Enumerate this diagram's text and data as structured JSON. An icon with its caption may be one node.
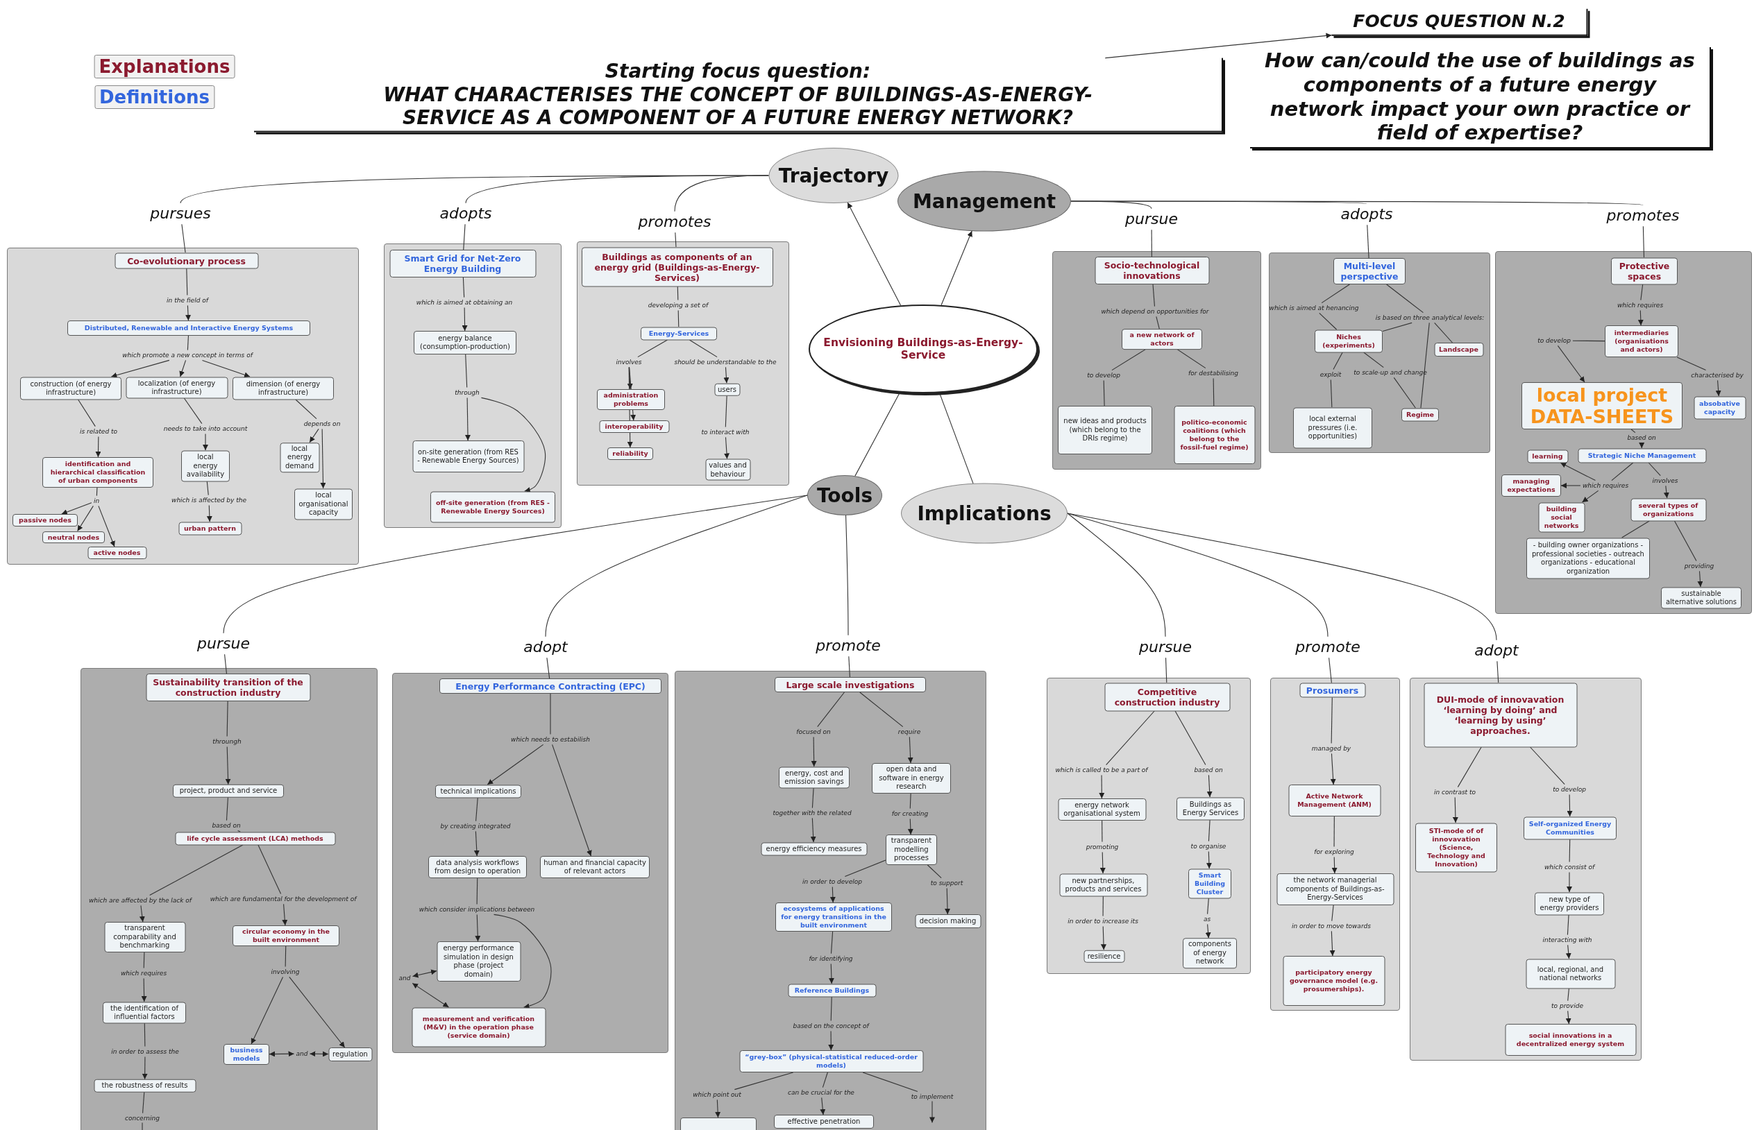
{
  "diagram": {
    "nodes": [
      {
        "text": [
          "Starting focus question:",
          "WHAT CHARACTERISES THE CONCEPT OF BUILDINGS-AS-ENERGY-SERVICE AS A COMPONENT OF A FUTURE ENERGY NETWORK?"
        ]
      },
      {
        "text": [
          "FOCUS QUESTION N.2"
        ]
      },
      {
        "text": [
          "How can/could the use of buildings as components of a future energy network impact your own practice or field of expertise?"
        ]
      },
      {
        "text": [
          "Trajectory"
        ]
      },
      {
        "text": [
          "Management"
        ]
      },
      {
        "text": [
          "Envisioning Buildings-as-Energy-Service"
        ]
      },
      {
        "text": [
          "Tools"
        ]
      },
      {
        "text": [
          "Implications"
        ]
      },
      {
        "text": [
          "pursues"
        ]
      },
      {
        "text": [
          "adopts"
        ]
      },
      {
        "text": [
          "promotes"
        ]
      },
      {
        "text": [
          "pursue"
        ]
      },
      {
        "text": [
          "adopts"
        ]
      },
      {
        "text": [
          "promotes"
        ]
      },
      {
        "text": [
          "pursue"
        ]
      },
      {
        "text": [
          "adopt"
        ]
      },
      {
        "text": [
          "promote"
        ]
      },
      {
        "text": [
          "pursue"
        ]
      },
      {
        "text": [
          "promote"
        ]
      },
      {
        "text": [
          "adopt"
        ]
      },
      {
        "text": [],
        "shape": "box"
      },
      {
        "text": [
          "Co-evolutionary process"
        ],
        "in": 20
      },
      {
        "text": [
          "in the field of"
        ],
        "in": 20
      },
      {
        "text": [
          "Distributed, Renewable and Interactive Energy Systems"
        ],
        "in": 20
      },
      {
        "text": [
          "which promote a new concept in terms of"
        ],
        "in": 20
      },
      {
        "text": [
          "construction (of energy infrastructure)"
        ],
        "in": 20
      },
      {
        "text": [
          "localization (of energy infrastructure)"
        ],
        "in": 20
      },
      {
        "text": [
          "dimension (of energy infrastructure)"
        ],
        "in": 20
      },
      {
        "text": [
          "is related to"
        ],
        "in": 20
      },
      {
        "text": [
          "needs to take into account"
        ],
        "in": 20
      },
      {
        "text": [
          "depends on"
        ],
        "in": 20
      },
      {
        "text": [
          "identification and hierarchical classification of urban components"
        ],
        "in": 20
      },
      {
        "text": [
          "local energy availability"
        ],
        "in": 20
      },
      {
        "text": [
          "local energy demand"
        ],
        "in": 20
      },
      {
        "text": [
          "local organisational capacity"
        ],
        "in": 20
      },
      {
        "text": [
          "in"
        ],
        "in": 20
      },
      {
        "text": [
          "which is affected by the"
        ],
        "in": 20
      },
      {
        "text": [
          "passive nodes"
        ],
        "in": 20
      },
      {
        "text": [
          "neutral nodes"
        ],
        "in": 20
      },
      {
        "text": [
          "active nodes"
        ],
        "in": 20
      },
      {
        "text": [
          "urban pattern"
        ],
        "in": 20
      },
      {
        "text": [],
        "shape": "box"
      },
      {
        "text": [
          "Smart Grid for Net-Zero Energy Building"
        ],
        "in": 41
      },
      {
        "text": [
          "which is aimed at obtaining an"
        ],
        "in": 41
      },
      {
        "text": [
          "energy balance (consumption-production)"
        ],
        "in": 41
      },
      {
        "text": [
          "through"
        ],
        "in": 41
      },
      {
        "text": [
          "on-site generation (from RES - Renewable Energy Sources)"
        ],
        "in": 41
      },
      {
        "text": [
          "off-site generation (from RES - Renewable Energy Sources)"
        ],
        "in": 41
      },
      {
        "text": [],
        "shape": "box"
      },
      {
        "text": [
          "Buildings as components of an energy grid (Buildings-as-Energy-Services)"
        ],
        "in": 48
      },
      {
        "text": [
          "developing a set of"
        ],
        "in": 48
      },
      {
        "text": [
          "Energy-Services"
        ],
        "in": 48
      },
      {
        "text": [
          "involves"
        ],
        "in": 48
      },
      {
        "text": [
          "should be understandable to the"
        ],
        "in": 48
      },
      {
        "text": [
          "administration problems"
        ],
        "in": 48
      },
      {
        "text": [
          "interoperability"
        ],
        "in": 48
      },
      {
        "text": [
          "reliability"
        ],
        "in": 48
      },
      {
        "text": [
          "users"
        ],
        "in": 48
      },
      {
        "text": [
          "to interact with"
        ],
        "in": 48
      },
      {
        "text": [
          "values and behaviour"
        ],
        "in": 48
      },
      {
        "text": [],
        "shape": "box"
      },
      {
        "text": [
          "Socio-technological innovations"
        ],
        "in": 60
      },
      {
        "text": [
          "which depend on opportunities for"
        ],
        "in": 60
      },
      {
        "text": [
          "a new network of actors"
        ],
        "in": 60
      },
      {
        "text": [
          "to develop"
        ],
        "in": 60
      },
      {
        "text": [
          "for destabilising"
        ],
        "in": 60
      },
      {
        "text": [
          "new ideas and products (which belong to the DRIs regime)"
        ],
        "in": 60
      },
      {
        "text": [
          "politico-economic coalitions (which belong to the fossil-fuel regime)"
        ],
        "in": 60
      },
      {
        "text": [],
        "shape": "box"
      },
      {
        "text": [
          "Multi-level perspective"
        ],
        "in": 68
      },
      {
        "text": [
          "which is aimed at henancing"
        ],
        "in": 68
      },
      {
        "text": [
          "is based on three analytical levels:"
        ],
        "in": 68
      },
      {
        "text": [
          "Niches (experiments)"
        ],
        "in": 68
      },
      {
        "text": [
          "Landscape"
        ],
        "in": 68
      },
      {
        "text": [
          "exploit"
        ],
        "in": 68
      },
      {
        "text": [
          "to scale-up and change"
        ],
        "in": 68
      },
      {
        "text": [
          "local external pressures (i.e. opportunities)"
        ],
        "in": 68
      },
      {
        "text": [
          "Regime"
        ],
        "in": 68
      },
      {
        "text": [],
        "shape": "box"
      },
      {
        "text": [
          "Protective spaces"
        ],
        "in": 78
      },
      {
        "text": [
          "which requires"
        ],
        "in": 78
      },
      {
        "text": [
          "intermediaries (organisations and actors)"
        ],
        "in": 78
      },
      {
        "text": [
          "to develop"
        ],
        "in": 78
      },
      {
        "text": [
          "characterised by"
        ],
        "in": 78
      },
      {
        "text": [
          "local project DATA-SHEETS"
        ],
        "in": 78
      },
      {
        "text": [
          "absobative capacity"
        ],
        "in": 78
      },
      {
        "text": [
          "based on"
        ],
        "in": 78
      },
      {
        "text": [
          "Strategic Niche Management"
        ],
        "in": 78
      },
      {
        "text": [
          "learning"
        ],
        "in": 78
      },
      {
        "text": [
          "which requires"
        ],
        "in": 78
      },
      {
        "text": [
          "involves"
        ],
        "in": 78
      },
      {
        "text": [
          "managing expectations"
        ],
        "in": 78
      },
      {
        "text": [
          "building social networks"
        ],
        "in": 78
      },
      {
        "text": [
          "several types of organizations"
        ],
        "in": 78
      },
      {
        "text": [
          "- building owner organizations - professional societies - outreach organizations - educational organization"
        ],
        "in": 78
      },
      {
        "text": [
          "providing"
        ],
        "in": 78
      },
      {
        "text": [
          "sustainable alternative solutions"
        ],
        "in": 78
      },
      {
        "text": [],
        "shape": "box"
      },
      {
        "text": [
          "Sustainability transition of the construction industry"
        ],
        "in": 97
      },
      {
        "text": [
          "throungh"
        ],
        "in": 97
      },
      {
        "text": [
          "project, product and service"
        ],
        "in": 97
      },
      {
        "text": [
          "based on"
        ],
        "in": 97
      },
      {
        "text": [
          "life cycle assessment (LCA) methods"
        ],
        "in": 97
      },
      {
        "text": [
          "which are affected by the lack of"
        ],
        "in": 97
      },
      {
        "text": [
          "which are fundamental for the development of"
        ],
        "in": 97
      },
      {
        "text": [
          "transparent comparability and benchmarking"
        ],
        "in": 97
      },
      {
        "text": [
          "circular economy in the built environment"
        ],
        "in": 97
      },
      {
        "text": [
          "which requires"
        ],
        "in": 97
      },
      {
        "text": [
          "involving"
        ],
        "in": 97
      },
      {
        "text": [
          "the identification of influential factors"
        ],
        "in": 97
      },
      {
        "text": [
          "in order to assess the"
        ],
        "in": 97
      },
      {
        "text": [
          "business models"
        ],
        "in": 97
      },
      {
        "text": [
          "and"
        ],
        "in": 97
      },
      {
        "text": [
          "regulation"
        ],
        "in": 97
      },
      {
        "text": [
          "the robustness of results"
        ],
        "in": 97
      },
      {
        "text": [
          "concerning"
        ],
        "in": 97
      },
      {
        "text": [],
        "shape": "box"
      },
      {
        "text": [
          "Energy Performance Contracting (EPC)"
        ],
        "in": 116
      },
      {
        "text": [
          "which needs to estabilish"
        ],
        "in": 116
      },
      {
        "text": [
          "technical implications"
        ],
        "in": 116
      },
      {
        "text": [
          "human and financial capacity of relevant actors"
        ],
        "in": 116
      },
      {
        "text": [
          "by creating integrated"
        ],
        "in": 116
      },
      {
        "text": [
          "data analysis workflows from design to operation"
        ],
        "in": 116
      },
      {
        "text": [
          "which consider implications between"
        ],
        "in": 116
      },
      {
        "text": [
          "energy performance simulation in design phase (project domain)"
        ],
        "in": 116
      },
      {
        "text": [
          "and"
        ],
        "in": 116
      },
      {
        "text": [
          "measurement and verification (M&V) in the operation phase (service domain)"
        ],
        "in": 116
      },
      {
        "text": [],
        "shape": "box"
      },
      {
        "text": [
          "Large scale investigations"
        ],
        "in": 127
      },
      {
        "text": [
          "focused on"
        ],
        "in": 127
      },
      {
        "text": [
          "require"
        ],
        "in": 127
      },
      {
        "text": [
          "energy, cost and emission savings"
        ],
        "in": 127
      },
      {
        "text": [
          "open data and software in energy research"
        ],
        "in": 127
      },
      {
        "text": [
          "together with the related"
        ],
        "in": 127
      },
      {
        "text": [
          "for creating"
        ],
        "in": 127
      },
      {
        "text": [
          "energy efficiency measures"
        ],
        "in": 127
      },
      {
        "text": [
          "transparent modelling processes"
        ],
        "in": 127
      },
      {
        "text": [
          "in order to develop"
        ],
        "in": 127
      },
      {
        "text": [
          "to support"
        ],
        "in": 127
      },
      {
        "text": [
          "ecosystems of applications for energy transitions in the built environment"
        ],
        "in": 127
      },
      {
        "text": [
          "decision making"
        ],
        "in": 127
      },
      {
        "text": [
          "for identifying"
        ],
        "in": 127
      },
      {
        "text": [
          "Reference Buildings"
        ],
        "in": 127
      },
      {
        "text": [
          "based on the concept of"
        ],
        "in": 127
      },
      {
        "text": [
          "“grey-box” (physical-statistical reduced-order models)"
        ],
        "in": 127
      },
      {
        "text": [
          "which point out"
        ],
        "in": 127
      },
      {
        "text": [
          "can be crucial for the"
        ],
        "in": 127
      },
      {
        "text": [
          "to implement"
        ],
        "in": 127
      },
      {
        "text": [],
        "shape": "box",
        "in": 127
      },
      {
        "text": [
          "effective penetration"
        ],
        "in": 127
      },
      {
        "text": [],
        "shape": "box"
      },
      {
        "text": [
          "Competitive construction industry"
        ],
        "in": 150
      },
      {
        "text": [
          "which is called to be a part of"
        ],
        "in": 150
      },
      {
        "text": [
          "based on"
        ],
        "in": 150
      },
      {
        "text": [
          "energy network organisational system"
        ],
        "in": 150
      },
      {
        "text": [
          "Buildings as Energy Services"
        ],
        "in": 150
      },
      {
        "text": [
          "promoting"
        ],
        "in": 150
      },
      {
        "text": [
          "to organise"
        ],
        "in": 150
      },
      {
        "text": [
          "new partnerships, products and services"
        ],
        "in": 150
      },
      {
        "text": [
          "Smart Building Cluster"
        ],
        "in": 150
      },
      {
        "text": [
          "in order to increase its"
        ],
        "in": 150
      },
      {
        "text": [
          "as"
        ],
        "in": 150
      },
      {
        "text": [
          "resilience"
        ],
        "in": 150
      },
      {
        "text": [
          "components of energy network"
        ],
        "in": 150
      },
      {
        "text": [],
        "shape": "box"
      },
      {
        "text": [
          "Prosumers"
        ],
        "in": 164
      },
      {
        "text": [
          "managed by"
        ],
        "in": 164
      },
      {
        "text": [
          "Active Network Management (ANM)"
        ],
        "in": 164
      },
      {
        "text": [
          "for exploring"
        ],
        "in": 164
      },
      {
        "text": [
          "the network managerial components of Buildings-as-Energy-Services"
        ],
        "in": 164
      },
      {
        "text": [
          "in order to move towards"
        ],
        "in": 164
      },
      {
        "text": [
          "participatory energy governance model (e.g. prosumerships)."
        ],
        "in": 164
      },
      {
        "text": [],
        "shape": "box"
      },
      {
        "text": [
          "DUI-mode of innovavation ‘learning by doing’ and ‘learning by using’ approaches."
        ],
        "in": 172
      },
      {
        "text": [
          "in contrast to"
        ],
        "in": 172
      },
      {
        "text": [
          "to develop"
        ],
        "in": 172
      },
      {
        "text": [
          "STI-mode of of innovavation (Science, Technology and Innovation)"
        ],
        "in": 172
      },
      {
        "text": [
          "Self-organized Energy Communities"
        ],
        "in": 172
      },
      {
        "text": [
          "which consist of"
        ],
        "in": 172
      },
      {
        "text": [
          "new type of energy providers"
        ],
        "in": 172
      },
      {
        "text": [
          "interacting with"
        ],
        "in": 172
      },
      {
        "text": [
          "local, regional, and national networks"
        ],
        "in": 172
      },
      {
        "text": [
          "to provide"
        ],
        "in": 172
      },
      {
        "text": [
          "social innovations in a decentralized energy system"
        ],
        "in": 172
      }
    ],
    "edges": [
      {
        "from": 0,
        "to": 1,
        "arrow": "to"
      },
      {
        "from": 5,
        "to": 3,
        "arrow": "to"
      },
      {
        "from": 5,
        "to": 4,
        "arrow": "to"
      },
      {
        "from": 5,
        "to": 6,
        "arrow": "none"
      },
      {
        "from": 5,
        "to": 7,
        "arrow": "none"
      },
      {
        "from": 3,
        "to": 8,
        "arrow": "none"
      },
      {
        "from": 8,
        "to": 21,
        "arrow": "none"
      },
      {
        "from": 3,
        "to": 9,
        "arrow": "none"
      },
      {
        "from": 9,
        "to": 42,
        "arrow": "none"
      },
      {
        "from": 3,
        "to": 10,
        "arrow": "none"
      },
      {
        "from": 10,
        "to": 49,
        "arrow": "none"
      },
      {
        "from": 4,
        "to": 11,
        "arrow": "none"
      },
      {
        "from": 11,
        "to": 61,
        "arrow": "none"
      },
      {
        "from": 4,
        "to": 12,
        "arrow": "none"
      },
      {
        "from": 12,
        "to": 69,
        "arrow": "none"
      },
      {
        "from": 4,
        "to": 13,
        "arrow": "none"
      },
      {
        "from": 13,
        "to": 79,
        "arrow": "none"
      },
      {
        "from": 6,
        "to": 14,
        "arrow": "none"
      },
      {
        "from": 14,
        "to": 98,
        "arrow": "none"
      },
      {
        "from": 6,
        "to": 15,
        "arrow": "none"
      },
      {
        "from": 15,
        "to": 117,
        "arrow": "none"
      },
      {
        "from": 6,
        "to": 16,
        "arrow": "none"
      },
      {
        "from": 16,
        "to": 128,
        "arrow": "none"
      },
      {
        "from": 7,
        "to": 17,
        "arrow": "none"
      },
      {
        "from": 17,
        "to": 151,
        "arrow": "none"
      },
      {
        "from": 7,
        "to": 18,
        "arrow": "none"
      },
      {
        "from": 18,
        "to": 165,
        "arrow": "none"
      },
      {
        "from": 7,
        "to": 19,
        "arrow": "none"
      },
      {
        "from": 19,
        "to": 173,
        "arrow": "none"
      },
      {
        "from": 21,
        "to": 22,
        "arrow": "none"
      },
      {
        "from": 22,
        "to": 23,
        "arrow": "to"
      },
      {
        "from": 23,
        "to": 24,
        "arrow": "none"
      },
      {
        "from": 24,
        "to": 25,
        "arrow": "to"
      },
      {
        "from": 24,
        "to": 26,
        "arrow": "to"
      },
      {
        "from": 24,
        "to": 27,
        "arrow": "to"
      },
      {
        "from": 25,
        "to": 28,
        "arrow": "none"
      },
      {
        "from": 28,
        "to": 31,
        "arrow": "to"
      },
      {
        "from": 26,
        "to": 29,
        "arrow": "none"
      },
      {
        "from": 29,
        "to": 32,
        "arrow": "to"
      },
      {
        "from": 27,
        "to": 30,
        "arrow": "none"
      },
      {
        "from": 30,
        "to": 33,
        "arrow": "to"
      },
      {
        "from": 30,
        "to": 34,
        "arrow": "to"
      },
      {
        "from": 31,
        "to": 35,
        "arrow": "none"
      },
      {
        "from": 35,
        "to": 37,
        "arrow": "to"
      },
      {
        "from": 35,
        "to": 38,
        "arrow": "to"
      },
      {
        "from": 35,
        "to": 39,
        "arrow": "to"
      },
      {
        "from": 32,
        "to": 36,
        "arrow": "none"
      },
      {
        "from": 36,
        "to": 40,
        "arrow": "to"
      },
      {
        "from": 42,
        "to": 43,
        "arrow": "none"
      },
      {
        "from": 43,
        "to": 44,
        "arrow": "to"
      },
      {
        "from": 44,
        "to": 45,
        "arrow": "none"
      },
      {
        "from": 45,
        "to": 46,
        "arrow": "to"
      },
      {
        "from": 45,
        "to": 47,
        "arrow": "to"
      },
      {
        "from": 49,
        "to": 50,
        "arrow": "none"
      },
      {
        "from": 50,
        "to": 51,
        "arrow": "none"
      },
      {
        "from": 51,
        "to": 52,
        "arrow": "none"
      },
      {
        "from": 52,
        "to": 54,
        "arrow": "to"
      },
      {
        "from": 52,
        "to": 55,
        "arrow": "to"
      },
      {
        "from": 52,
        "to": 56,
        "arrow": "to"
      },
      {
        "from": 51,
        "to": 53,
        "arrow": "none"
      },
      {
        "from": 53,
        "to": 57,
        "arrow": "to"
      },
      {
        "from": 57,
        "to": 58,
        "arrow": "none"
      },
      {
        "from": 58,
        "to": 59,
        "arrow": "to"
      },
      {
        "from": 61,
        "to": 62,
        "arrow": "none"
      },
      {
        "from": 62,
        "to": 63,
        "arrow": "none"
      },
      {
        "from": 63,
        "to": 64,
        "arrow": "none"
      },
      {
        "from": 64,
        "to": 66,
        "arrow": "none"
      },
      {
        "from": 63,
        "to": 65,
        "arrow": "none"
      },
      {
        "from": 65,
        "to": 67,
        "arrow": "none"
      },
      {
        "from": 69,
        "to": 70,
        "arrow": "none"
      },
      {
        "from": 70,
        "to": 72,
        "arrow": "none"
      },
      {
        "from": 69,
        "to": 71,
        "arrow": "none"
      },
      {
        "from": 71,
        "to": 72,
        "arrow": "none"
      },
      {
        "from": 71,
        "to": 73,
        "arrow": "none"
      },
      {
        "from": 71,
        "to": 77,
        "arrow": "none"
      },
      {
        "from": 72,
        "to": 74,
        "arrow": "none"
      },
      {
        "from": 74,
        "to": 76,
        "arrow": "none"
      },
      {
        "from": 72,
        "to": 75,
        "arrow": "none"
      },
      {
        "from": 75,
        "to": 77,
        "arrow": "none"
      },
      {
        "from": 79,
        "to": 80,
        "arrow": "none"
      },
      {
        "from": 80,
        "to": 81,
        "arrow": "to"
      },
      {
        "from": 81,
        "to": 82,
        "arrow": "none"
      },
      {
        "from": 82,
        "to": 84,
        "arrow": "to"
      },
      {
        "from": 81,
        "to": 83,
        "arrow": "none"
      },
      {
        "from": 83,
        "to": 85,
        "arrow": "to"
      },
      {
        "from": 84,
        "to": 86,
        "arrow": "none"
      },
      {
        "from": 86,
        "to": 87,
        "arrow": "to"
      },
      {
        "from": 87,
        "to": 89,
        "arrow": "none"
      },
      {
        "from": 89,
        "to": 88,
        "arrow": "to"
      },
      {
        "from": 89,
        "to": 91,
        "arrow": "to"
      },
      {
        "from": 89,
        "to": 92,
        "arrow": "to"
      },
      {
        "from": 87,
        "to": 90,
        "arrow": "none"
      },
      {
        "from": 90,
        "to": 93,
        "arrow": "to"
      },
      {
        "from": 93,
        "to": 94,
        "arrow": "none"
      },
      {
        "from": 93,
        "to": 95,
        "arrow": "none"
      },
      {
        "from": 95,
        "to": 96,
        "arrow": "to"
      },
      {
        "from": 98,
        "to": 99,
        "arrow": "none"
      },
      {
        "from": 99,
        "to": 100,
        "arrow": "to"
      },
      {
        "from": 100,
        "to": 101,
        "arrow": "none"
      },
      {
        "from": 101,
        "to": 102,
        "arrow": "none"
      },
      {
        "from": 102,
        "to": 103,
        "arrow": "none"
      },
      {
        "from": 103,
        "to": 105,
        "arrow": "to"
      },
      {
        "from": 102,
        "to": 104,
        "arrow": "none"
      },
      {
        "from": 104,
        "to": 106,
        "arrow": "to"
      },
      {
        "from": 105,
        "to": 107,
        "arrow": "none"
      },
      {
        "from": 107,
        "to": 109,
        "arrow": "to"
      },
      {
        "from": 109,
        "to": 110,
        "arrow": "none"
      },
      {
        "from": 110,
        "to": 114,
        "arrow": "to"
      },
      {
        "from": 114,
        "to": 115,
        "arrow": "none"
      },
      {
        "from": 115,
        "to": null,
        "arrow": "none"
      },
      {
        "from": 106,
        "to": 108,
        "arrow": "none"
      },
      {
        "from": 108,
        "to": 111,
        "arrow": "to"
      },
      {
        "from": 108,
        "to": 113,
        "arrow": "to"
      },
      {
        "from": 111,
        "to": 112,
        "arrow": "both"
      },
      {
        "from": 112,
        "to": 113,
        "arrow": "both"
      },
      {
        "from": 117,
        "to": 118,
        "arrow": "none"
      },
      {
        "from": 118,
        "to": 119,
        "arrow": "to"
      },
      {
        "from": 118,
        "to": 120,
        "arrow": "to"
      },
      {
        "from": 119,
        "to": 121,
        "arrow": "none"
      },
      {
        "from": 121,
        "to": 122,
        "arrow": "to"
      },
      {
        "from": 122,
        "to": 123,
        "arrow": "none"
      },
      {
        "from": 123,
        "to": 124,
        "arrow": "to"
      },
      {
        "from": 123,
        "to": 126,
        "arrow": "to"
      },
      {
        "from": 124,
        "to": 125,
        "arrow": "both"
      },
      {
        "from": 125,
        "to": 126,
        "arrow": "both"
      },
      {
        "from": 128,
        "to": 129,
        "arrow": "none"
      },
      {
        "from": 129,
        "to": 131,
        "arrow": "to"
      },
      {
        "from": 128,
        "to": 130,
        "arrow": "none"
      },
      {
        "from": 130,
        "to": 132,
        "arrow": "to"
      },
      {
        "from": 131,
        "to": 133,
        "arrow": "none"
      },
      {
        "from": 133,
        "to": 135,
        "arrow": "to"
      },
      {
        "from": 132,
        "to": 134,
        "arrow": "none"
      },
      {
        "from": 134,
        "to": 136,
        "arrow": "to"
      },
      {
        "from": 136,
        "to": 137,
        "arrow": "none"
      },
      {
        "from": 137,
        "to": 139,
        "arrow": "to"
      },
      {
        "from": 136,
        "to": 138,
        "arrow": "none"
      },
      {
        "from": 138,
        "to": 140,
        "arrow": "to"
      },
      {
        "from": 139,
        "to": 141,
        "arrow": "none"
      },
      {
        "from": 141,
        "to": 142,
        "arrow": "to"
      },
      {
        "from": 142,
        "to": 143,
        "arrow": "none"
      },
      {
        "from": 143,
        "to": 144,
        "arrow": "to"
      },
      {
        "from": 144,
        "to": 145,
        "arrow": "none"
      },
      {
        "from": 145,
        "to": 148,
        "arrow": "to"
      },
      {
        "from": 144,
        "to": 146,
        "arrow": "none"
      },
      {
        "from": 146,
        "to": 149,
        "arrow": "to"
      },
      {
        "from": 144,
        "to": 147,
        "arrow": "none"
      },
      {
        "from": 147,
        "to": null,
        "arrow": "to"
      },
      {
        "from": 151,
        "to": 152,
        "arrow": "none"
      },
      {
        "from": 152,
        "to": 154,
        "arrow": "to"
      },
      {
        "from": 151,
        "to": 153,
        "arrow": "none"
      },
      {
        "from": 153,
        "to": 155,
        "arrow": "to"
      },
      {
        "from": 154,
        "to": 156,
        "arrow": "none"
      },
      {
        "from": 156,
        "to": 158,
        "arrow": "to"
      },
      {
        "from": 155,
        "to": 157,
        "arrow": "none"
      },
      {
        "from": 157,
        "to": 159,
        "arrow": "to"
      },
      {
        "from": 158,
        "to": 160,
        "arrow": "none"
      },
      {
        "from": 160,
        "to": 162,
        "arrow": "to"
      },
      {
        "from": 159,
        "to": 161,
        "arrow": "none"
      },
      {
        "from": 161,
        "to": 163,
        "arrow": "to"
      },
      {
        "from": 165,
        "to": 166,
        "arrow": "none"
      },
      {
        "from": 166,
        "to": 167,
        "arrow": "to"
      },
      {
        "from": 167,
        "to": 168,
        "arrow": "none"
      },
      {
        "from": 168,
        "to": 169,
        "arrow": "to"
      },
      {
        "from": 169,
        "to": 170,
        "arrow": "none"
      },
      {
        "from": 170,
        "to": 171,
        "arrow": "to"
      },
      {
        "from": 173,
        "to": 174,
        "arrow": "none"
      },
      {
        "from": 174,
        "to": 176,
        "arrow": "to"
      },
      {
        "from": 173,
        "to": 175,
        "arrow": "none"
      },
      {
        "from": 175,
        "to": 177,
        "arrow": "to"
      },
      {
        "from": 177,
        "to": 178,
        "arrow": "none"
      },
      {
        "from": 178,
        "to": 179,
        "arrow": "to"
      },
      {
        "from": 179,
        "to": 180,
        "arrow": "none"
      },
      {
        "from": 180,
        "to": 181,
        "arrow": "to"
      },
      {
        "from": 181,
        "to": 182,
        "arrow": "none"
      },
      {
        "from": 182,
        "to": 183,
        "arrow": "to"
      }
    ],
    "legend": [
      {
        "text": "Explanations",
        "color": "#8b1a2f"
      },
      {
        "text": "Definitions",
        "color": "#3366dd"
      }
    ]
  }
}
